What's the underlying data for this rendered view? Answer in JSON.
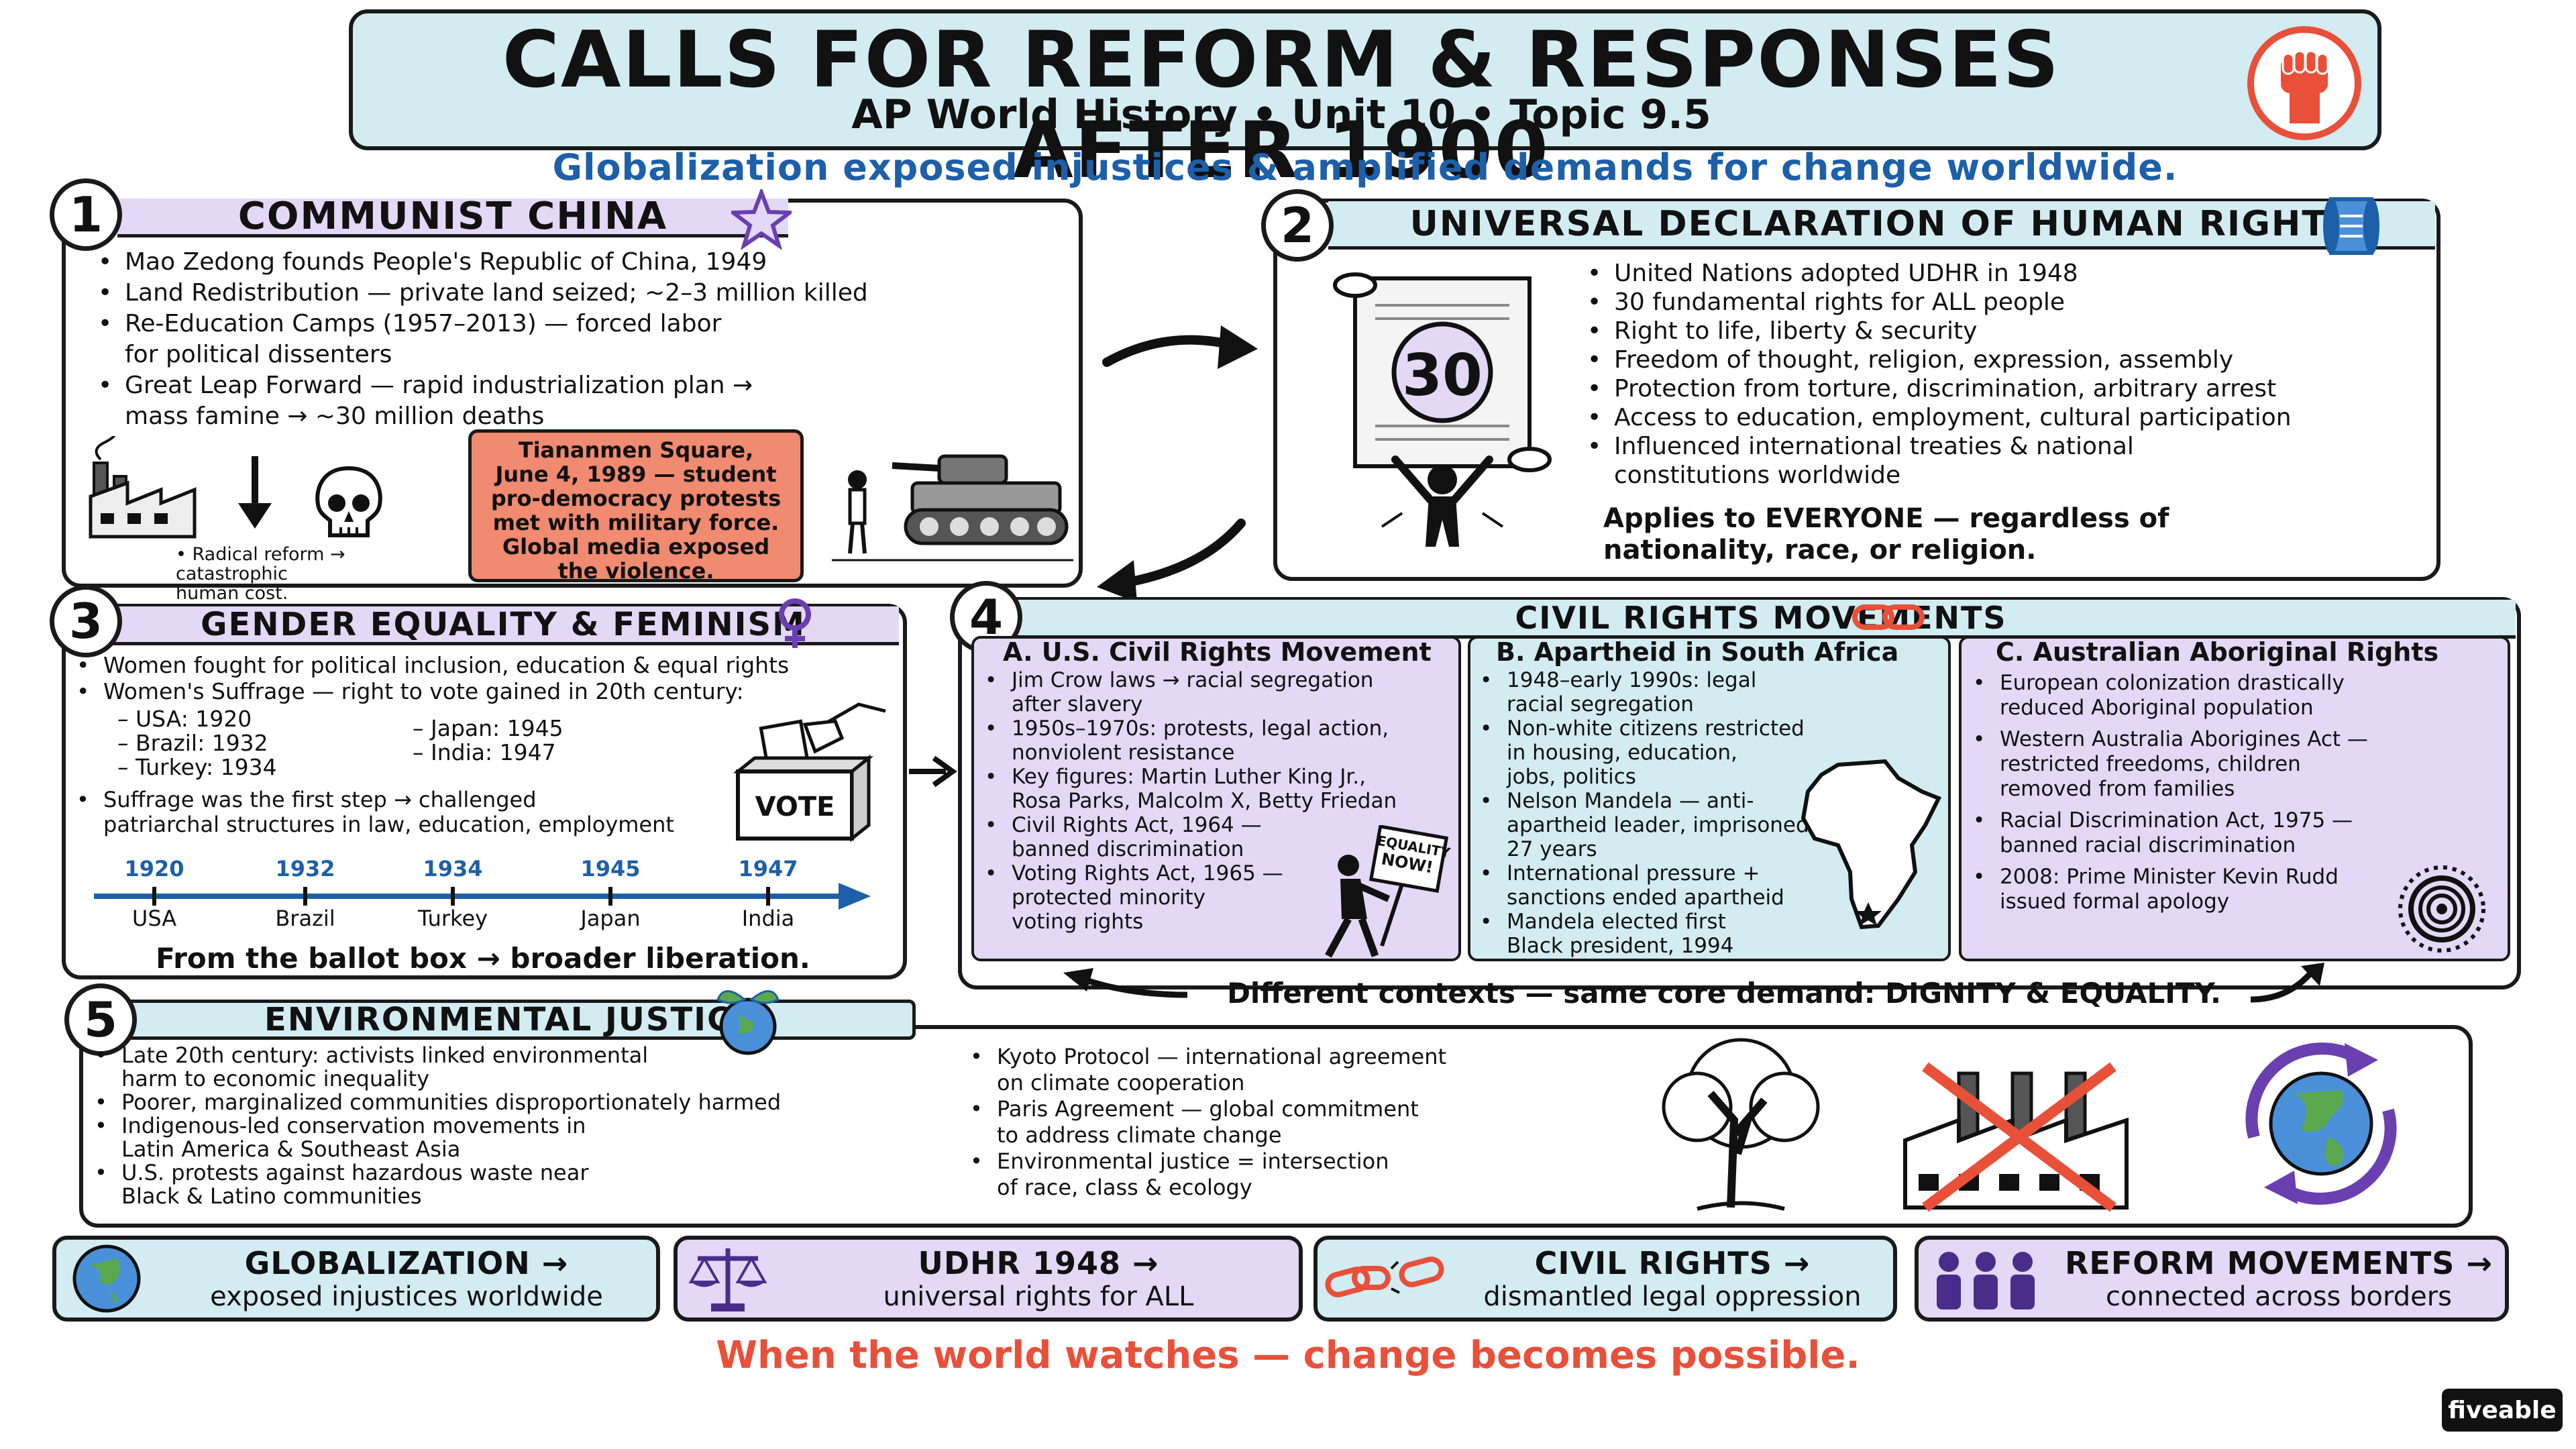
{
  "title": {
    "main": "CALLS FOR REFORM & RESPONSES AFTER 1900",
    "subtitle": "AP World History • Unit 10 • Topic 9.5",
    "tagline": "Globalization exposed injustices & amplified demands for change worldwide."
  },
  "sections": {
    "china": {
      "number": "1",
      "heading": "COMMUNIST CHINA",
      "bullets": [
        {
          "l1": "Mao Zedong founds People's Republic of China, 1949"
        },
        {
          "l1": "Land Redistribution — private land seized; ~2–3 million killed"
        },
        {
          "l1": "Re-Education Camps (1957–2013) — forced labor",
          "l2": "for political dissenters"
        },
        {
          "l1": "Great Leap Forward — rapid industrialization plan →",
          "l2": "mass famine → ~30 million deaths"
        }
      ],
      "caption": [
        "Radical reform →",
        "catastrophic",
        "human cost."
      ],
      "tiananmen": [
        "Tiananmen Square,",
        "June 4, 1989 — student",
        "pro-democracy protests",
        "met with military force.",
        "Global media exposed",
        "the violence."
      ]
    },
    "udhr": {
      "number": "2",
      "heading": "UNIVERSAL DECLARATION OF HUMAN RIGHTS",
      "scroll_number": "30",
      "bullets": [
        "United Nations adopted UDHR in 1948",
        "30 fundamental rights for ALL people",
        "Right to life, liberty & security",
        "Freedom of thought, religion, expression, assembly",
        "Protection from torture, discrimination, arbitrary arrest",
        "Access to education, employment, cultural participation",
        "Influenced international treaties & national"
      ],
      "bullet_cont": "constitutions worldwide",
      "applies": [
        "Applies to EVERYONE — regardless of",
        "nationality, race, or religion."
      ]
    },
    "gender": {
      "number": "3",
      "heading": "GENDER EQUALITY & FEMINISM",
      "b1": "Women fought for political inclusion, education & equal rights",
      "b2": "Women's Suffrage — right to vote gained in 20th century:",
      "left_list": [
        "USA: 1920",
        "Brazil: 1932",
        "Turkey: 1934"
      ],
      "right_list": [
        "Japan: 1945",
        "India: 1947"
      ],
      "b3": [
        "Suffrage was the first step → challenged",
        "patriarchal structures in law, education, employment"
      ],
      "vote": "VOTE",
      "timeline": [
        {
          "year": "1920",
          "country": "USA"
        },
        {
          "year": "1932",
          "country": "Brazil"
        },
        {
          "year": "1934",
          "country": "Turkey"
        },
        {
          "year": "1945",
          "country": "Japan"
        },
        {
          "year": "1947",
          "country": "India"
        }
      ],
      "closing": "From the ballot box → broader liberation."
    },
    "civil": {
      "number": "4",
      "heading": "CIVIL RIGHTS MOVEMENTS",
      "a": {
        "title": "A. U.S. Civil Rights Movement",
        "bullets": [
          [
            "Jim Crow laws → racial segregation",
            "after slavery"
          ],
          [
            "1950s–1970s: protests, legal action,",
            "nonviolent resistance"
          ],
          [
            "Key figures: Martin Luther King Jr.,",
            "Rosa Parks, Malcolm X, Betty Friedan"
          ],
          [
            "Civil Rights Act, 1964 —",
            "banned discrimination"
          ],
          [
            "Voting Rights Act, 1965 —",
            "protected minority",
            "voting rights"
          ]
        ],
        "sign": [
          "EQUALITY",
          "NOW!"
        ]
      },
      "b": {
        "title": "B. Apartheid in South Africa",
        "bullets": [
          [
            "1948–early 1990s: legal",
            "racial segregation"
          ],
          [
            "Non-white citizens restricted",
            "in housing, education,",
            "jobs, politics"
          ],
          [
            "Nelson Mandela — anti-",
            "apartheid leader, imprisoned",
            "27 years"
          ],
          [
            "International pressure +",
            "sanctions ended apartheid"
          ],
          [
            "Mandela elected first",
            "Black president, 1994"
          ]
        ]
      },
      "c": {
        "title": "C. Australian Aboriginal Rights",
        "bullets": [
          [
            "European colonization drastically",
            "reduced Aboriginal population"
          ],
          [
            "Western Australia Aborigines Act —",
            "restricted freedoms, children",
            "removed from families"
          ],
          [
            "Racial Discrimination Act, 1975 —",
            "banned racial discrimination"
          ],
          [
            "2008: Prime Minister Kevin Rudd",
            "issued formal apology"
          ]
        ]
      },
      "bottom": "Different contexts — same core demand: DIGNITY & EQUALITY."
    },
    "env": {
      "number": "5",
      "heading": "ENVIRONMENTAL JUSTICE",
      "left": [
        [
          "Late 20th century: activists linked environmental",
          "harm to economic inequality"
        ],
        [
          "Poorer, marginalized communities disproportionately harmed"
        ],
        [
          "Indigenous-led conservation movements in",
          "Latin America & Southeast Asia"
        ],
        [
          "U.S. protests against hazardous waste near",
          "Black & Latino communities"
        ]
      ],
      "right": [
        [
          "Kyoto Protocol — international agreement",
          "on climate cooperation"
        ],
        [
          "Paris Agreement — global commitment",
          "to address climate change"
        ],
        [
          "Environmental justice = intersection",
          "of race, class & ecology"
        ]
      ]
    }
  },
  "footer": {
    "cards": [
      {
        "l1": "GLOBALIZATION →",
        "l2": "exposed injustices worldwide",
        "icon": "globe-icon"
      },
      {
        "l1": "UDHR 1948 →",
        "l2": "universal rights for ALL",
        "icon": "scales-icon"
      },
      {
        "l1": "CIVIL RIGHTS →",
        "l2": "dismantled legal oppression",
        "icon": "broken-chain-icon"
      },
      {
        "l1": "REFORM MOVEMENTS →",
        "l2": "connected across borders",
        "icon": "people-icon"
      }
    ],
    "slogan": "When the world watches — change becomes possible.",
    "brand": "fiveable"
  },
  "colors": {
    "cyan": "#d3ecf2",
    "purple": "#e3d8f5",
    "purple_dark": "#6a3fb0",
    "blue": "#1d5fa8",
    "red": "#e8503a",
    "salmon": "#f08a70"
  }
}
